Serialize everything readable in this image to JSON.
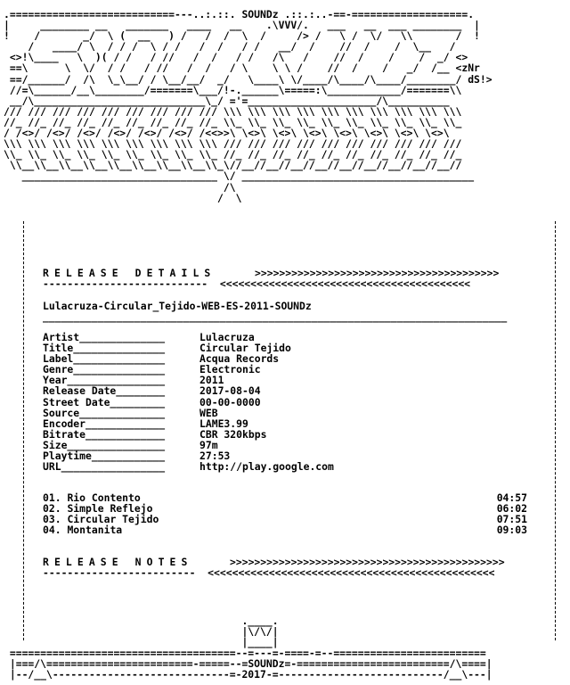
{
  "header": {
    "group_name": "SOUNDz",
    "tag_left": "<zNr",
    "tag_right": "dS!>"
  },
  "details": {
    "section_title": "RELEASE DETAILS",
    "release_name": "Lulacruza-Circular_Tejido-WEB-ES-2011-SOUNDz",
    "fields": [
      {
        "label": "Artist",
        "value": "Lulacruza"
      },
      {
        "label": "Title",
        "value": "Circular Tejido"
      },
      {
        "label": "Label",
        "value": "Acqua Records"
      },
      {
        "label": "Genre",
        "value": "Electronic"
      },
      {
        "label": "Year",
        "value": "2011"
      },
      {
        "label": "Release Date",
        "value": "2017-08-04"
      },
      {
        "label": "Street Date",
        "value": "00-00-0000"
      },
      {
        "label": "Source",
        "value": "WEB"
      },
      {
        "label": "Encoder",
        "value": "LAME3.99"
      },
      {
        "label": "Bitrate",
        "value": "CBR 320kbps"
      },
      {
        "label": "Size",
        "value": "97m"
      },
      {
        "label": "Playtime",
        "value": "27:53"
      },
      {
        "label": "URL",
        "value": "http://play.google.com"
      }
    ]
  },
  "tracklist": [
    {
      "num": "01.",
      "title": "Rio Contento",
      "duration": "04:57"
    },
    {
      "num": "02.",
      "title": "Simple Reflejo",
      "duration": "06:02"
    },
    {
      "num": "03.",
      "title": "Circular Tejido",
      "duration": "07:51"
    },
    {
      "num": "04.",
      "title": "Montanita",
      "duration": "09:03"
    }
  ],
  "notes": {
    "section_title": "RELEASE NOTES"
  },
  "footer": {
    "group_name": "SOUNDz",
    "year": "2017"
  }
}
